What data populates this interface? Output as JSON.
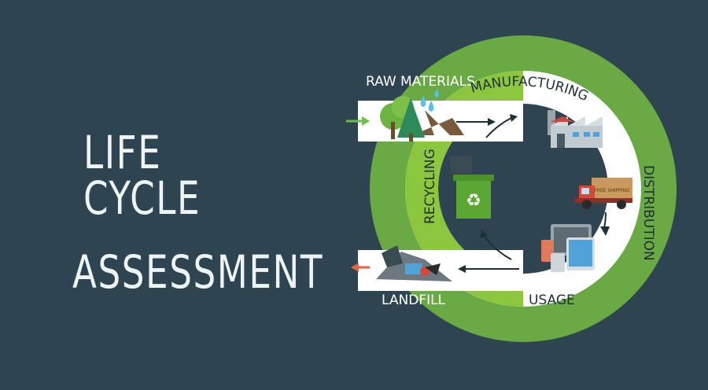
{
  "title": {
    "line1": "LIFE CYCLE",
    "line2": "ASSESSMENT"
  },
  "stages": {
    "raw_materials": "RAW MATERIALS",
    "manufacturing": "MANUFACTURING",
    "distribution": "DISTRIBUTION",
    "usage": "USAGE",
    "landfill": "LANDFILL",
    "recycling": "RECYCLING"
  },
  "truck_box_text": "FREE SHIPPING",
  "colors": {
    "background": "#2e4551",
    "ring_outer": "#6aaa45",
    "ring_inner": "#8cc63f",
    "track": "#ffffff",
    "in_arrow": "#6cc04a",
    "out_arrow": "#e8623a",
    "bin": "#5aa832"
  },
  "icons": [
    "tree-icon",
    "water-drop-icon",
    "factory-icon",
    "truck-icon",
    "devices-icon",
    "trash-pile-icon",
    "recycle-bin-icon"
  ]
}
